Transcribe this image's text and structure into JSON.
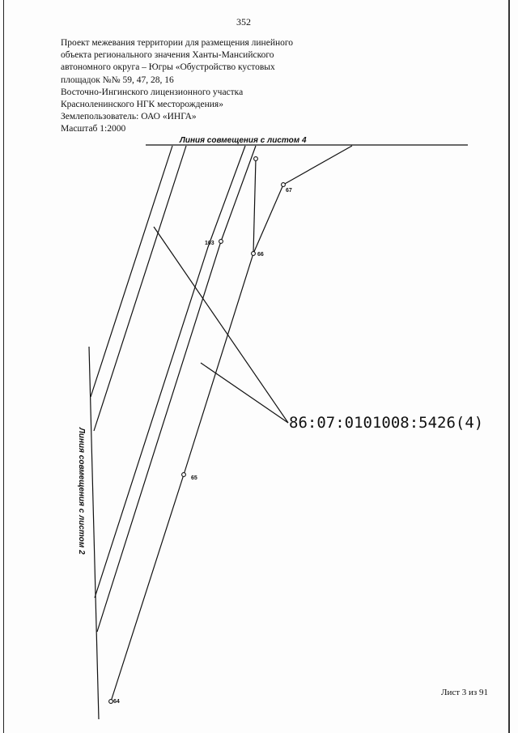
{
  "page_number": "352",
  "header": {
    "lines": [
      "Проект межевания территории для размещения линейного",
      "объекта регионального значения Ханты-Мансийского",
      "автономного  округа – Югры «Обустройство кустовых",
      "площадок №№ 59, 47, 28, 16",
      "Восточно-Ингинского  лицензионного участка",
      "Красноленинского НГК месторождения»",
      "Землепользователь: ОАО «ИНГА»",
      "Масштаб 1:2000"
    ]
  },
  "drawing": {
    "top_line_label": "Линия совмещения с листом 4",
    "left_line_label": "Линия совмещения с листом 2",
    "cadastral_number": "86:07:0101008:5426(4)",
    "points": [
      "67",
      "103",
      "66",
      "65",
      "64"
    ]
  },
  "footer": {
    "sheet_label": "Лист 3 из 91"
  }
}
